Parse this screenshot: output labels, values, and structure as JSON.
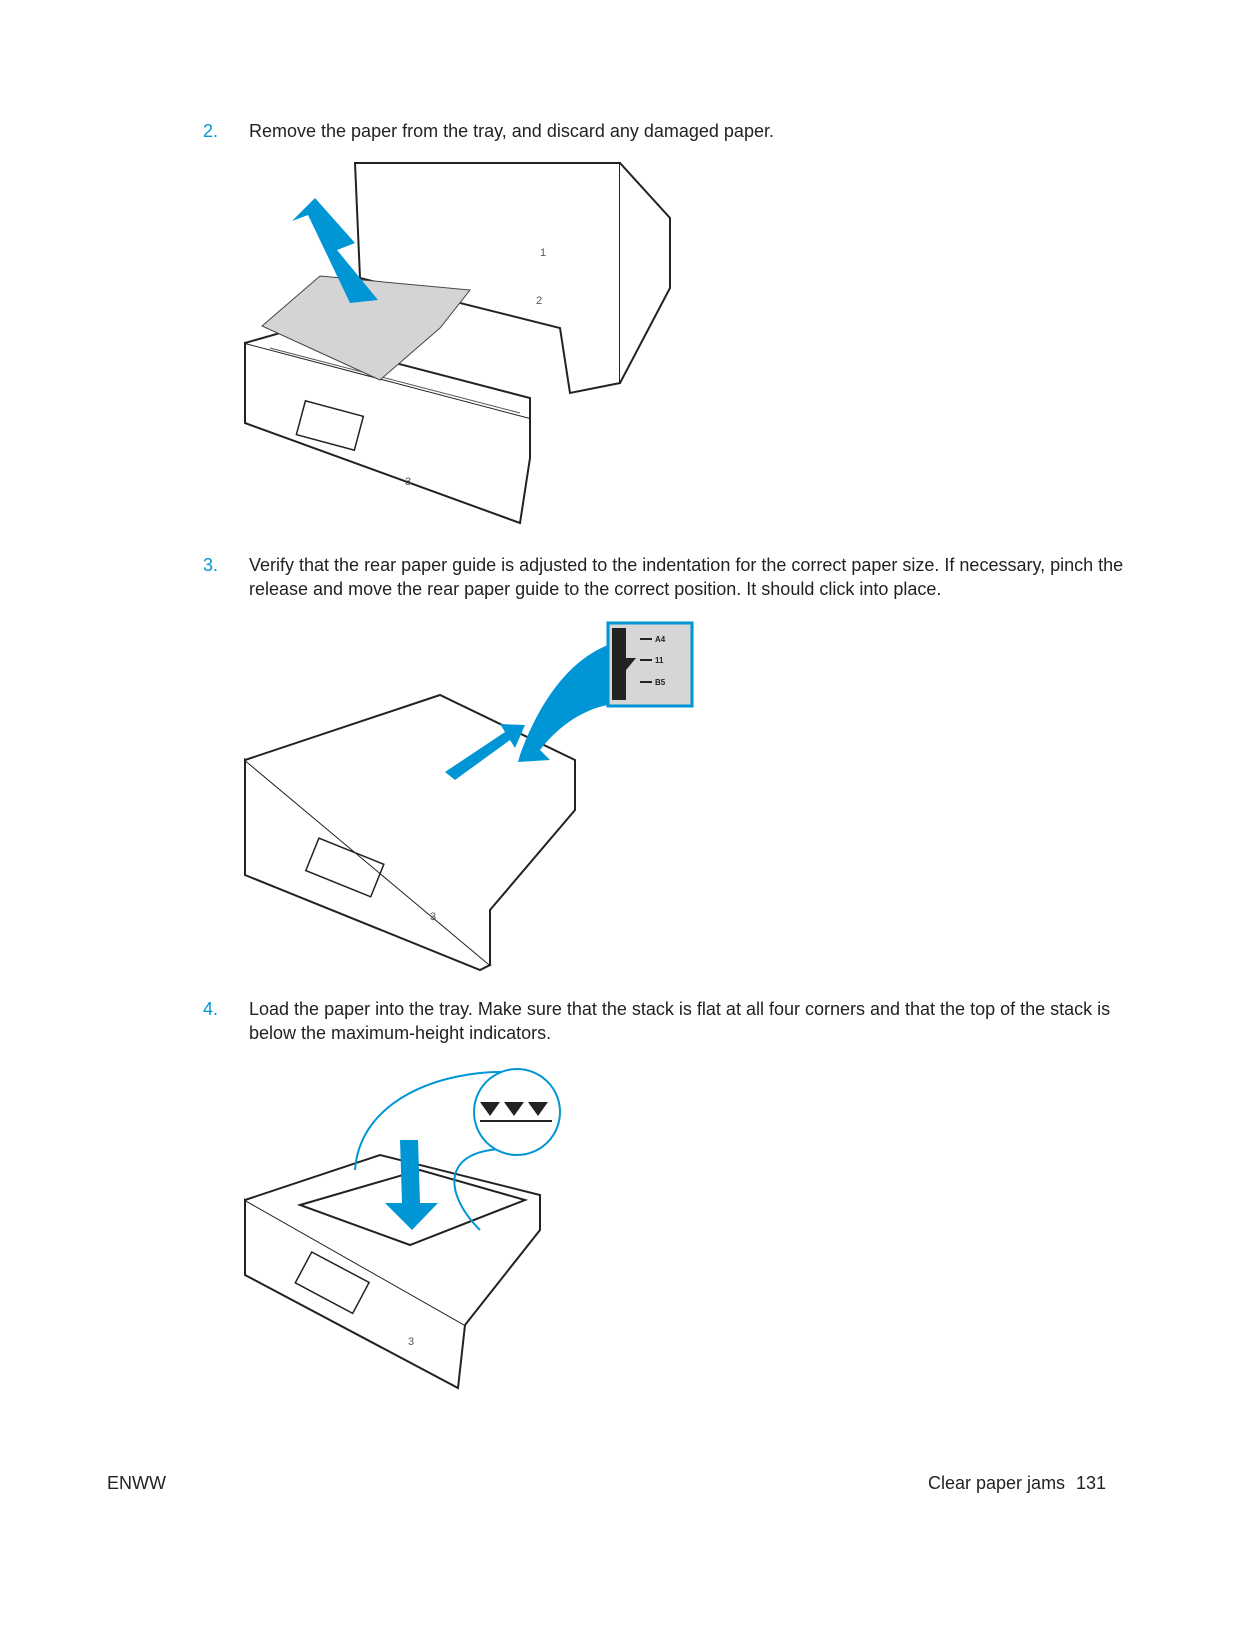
{
  "steps": [
    {
      "number": "2.",
      "text": "Remove the paper from the tray, and discard any damaged paper."
    },
    {
      "number": "3.",
      "text": "Verify that the rear paper guide is adjusted to the indentation for the correct paper size. If necessary, pinch the release and move the rear paper guide to the correct position. It should click into place."
    },
    {
      "number": "4.",
      "text": "Load the paper into the tray. Make sure that the stack is flat at all four corners and that the top of the stack is below the maximum-height indicators."
    }
  ],
  "figure2_callout": {
    "labels": [
      "A4",
      "11",
      "B5"
    ]
  },
  "tray_numbers": [
    "1",
    "2",
    "3"
  ],
  "footer": {
    "left": "ENWW",
    "section": "Clear paper jams",
    "page": "131"
  },
  "colors": {
    "accent": "#0096d6",
    "text": "#222222"
  }
}
